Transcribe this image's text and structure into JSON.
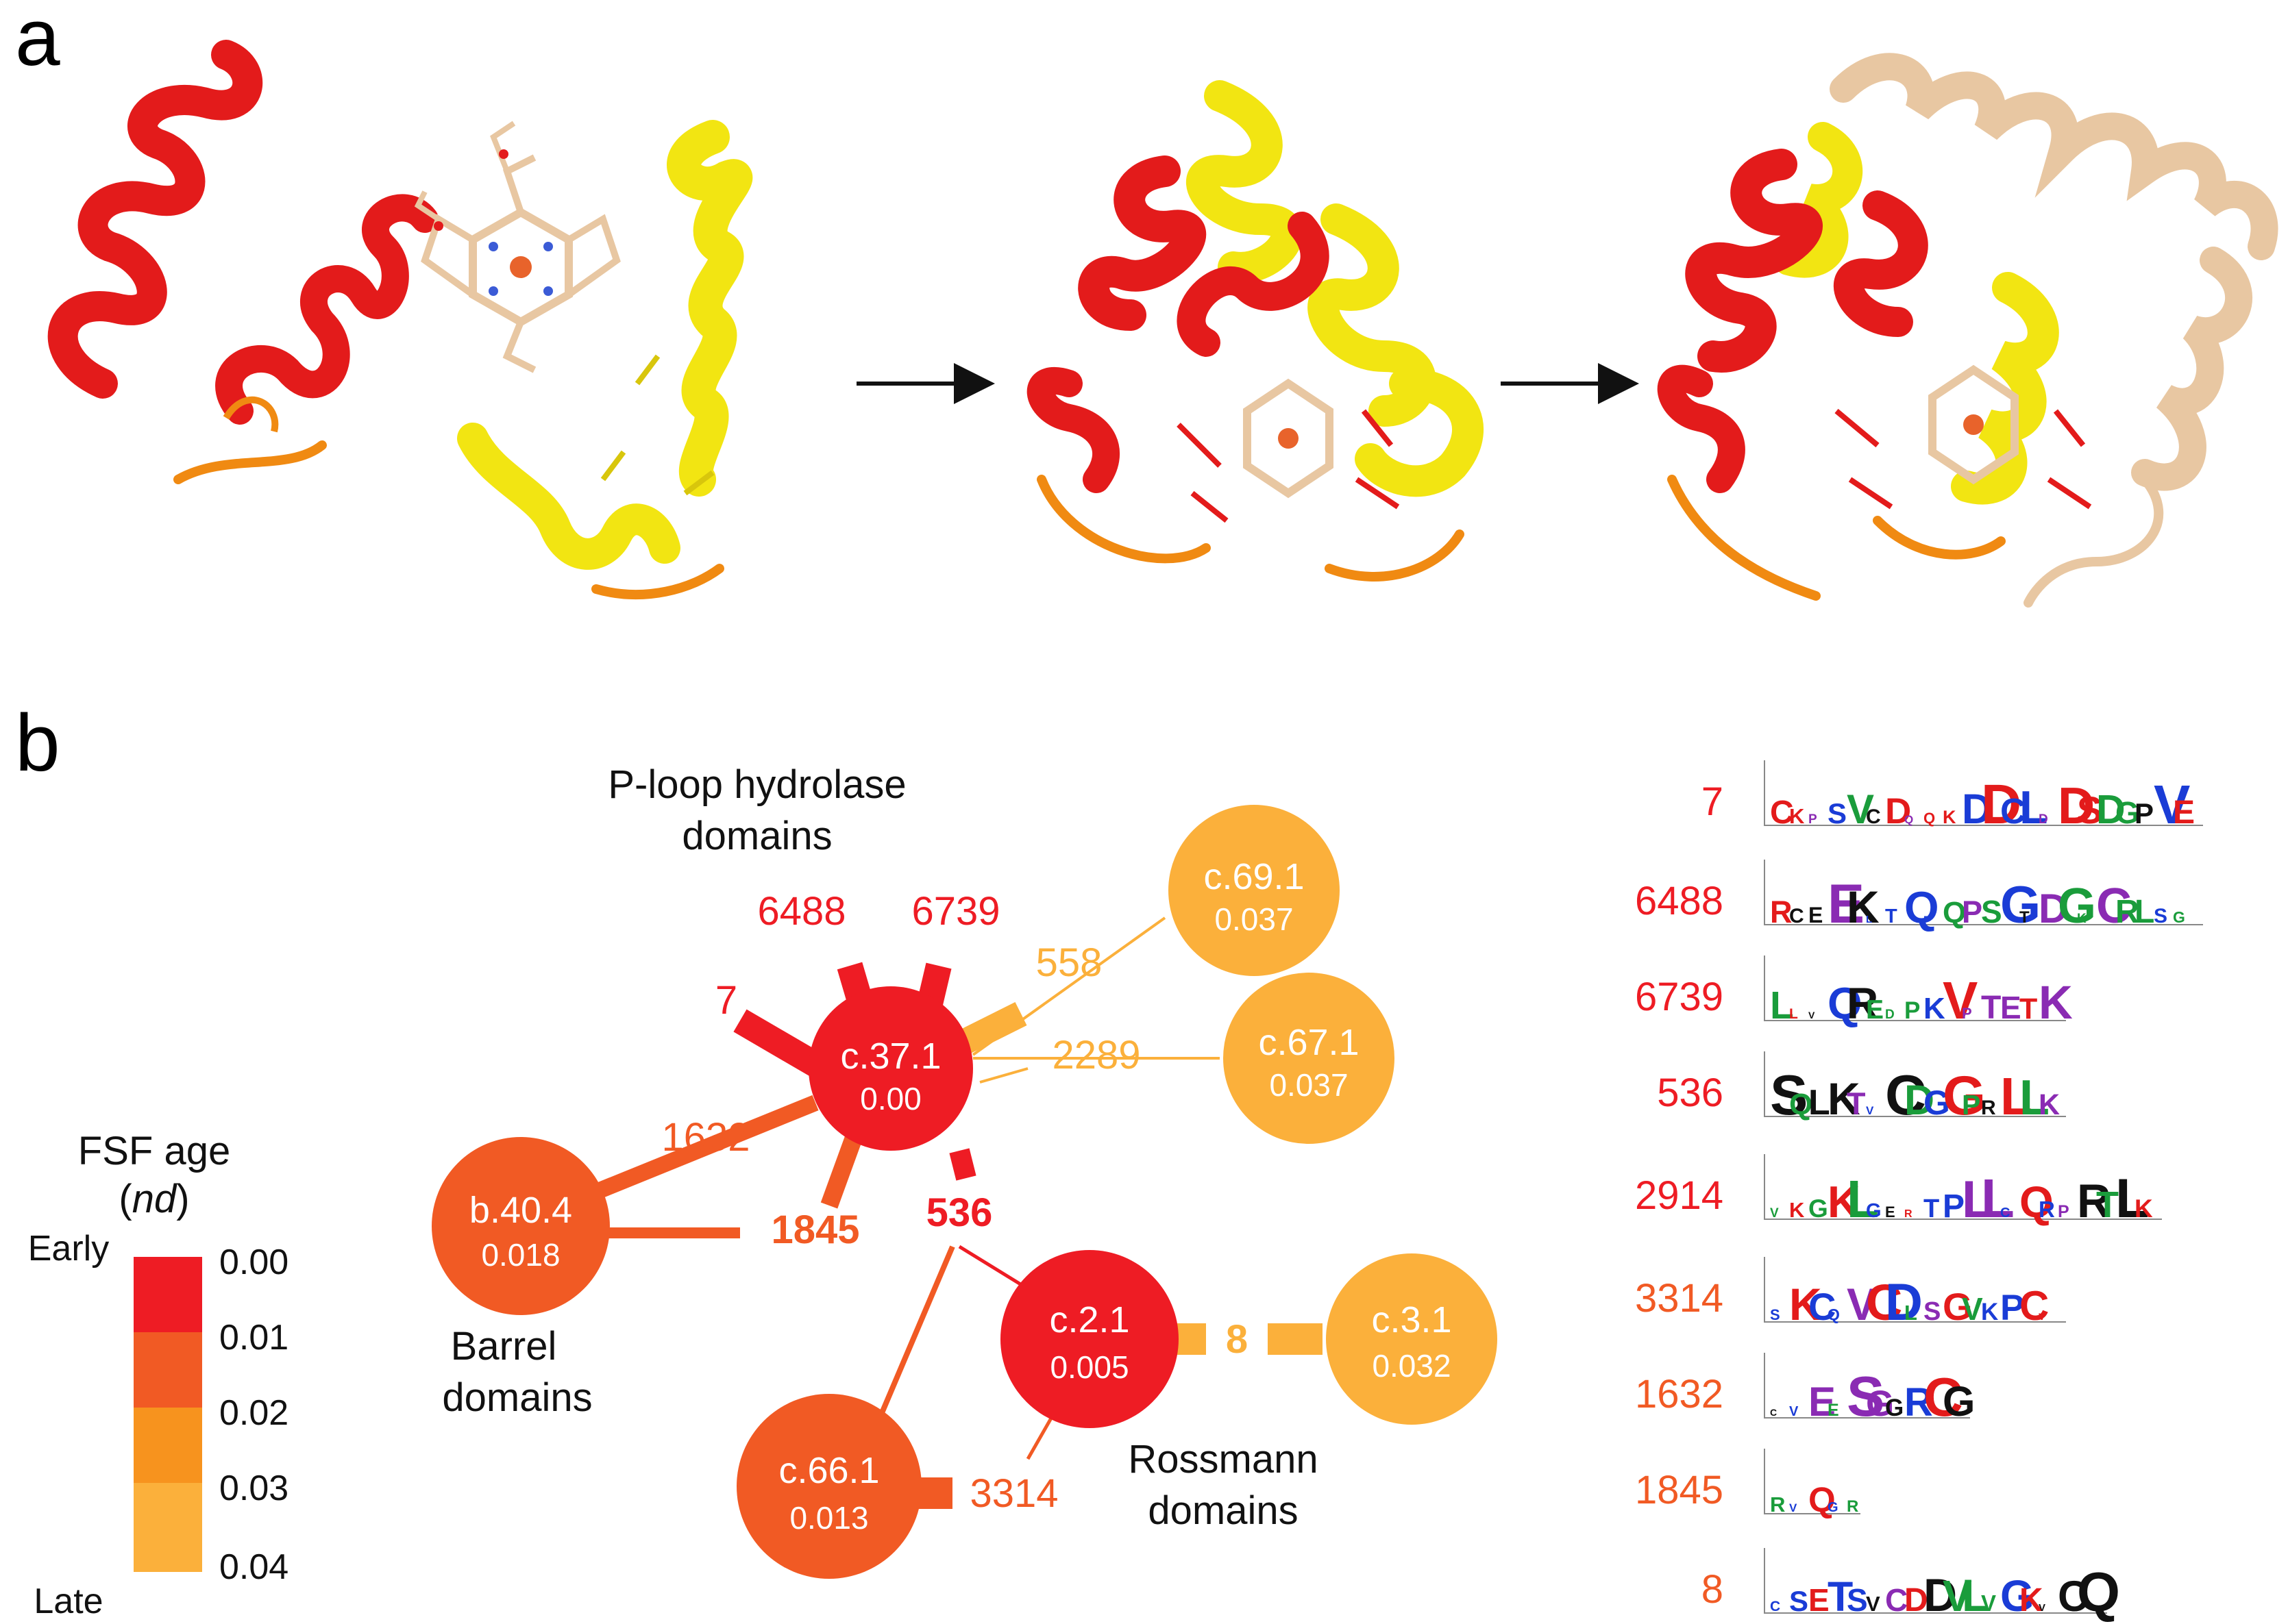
{
  "panels": {
    "a": "a",
    "b": "b"
  },
  "colors": {
    "early": "#ee1c24",
    "age_001": "#f15a24",
    "age_002": "#f7931e",
    "late": "#fbb03b",
    "helix_red": "#e31b1b",
    "helix_yellow": "#f2e512",
    "loop_orange": "#f08a12",
    "tan": "#e8c7a2"
  },
  "legend": {
    "title": "FSF age",
    "subtitle": "nd",
    "early_label": "Early",
    "late_label": "Late",
    "ticks": [
      "0.00",
      "0.01",
      "0.02",
      "0.03",
      "0.04"
    ]
  },
  "clusters": {
    "ploop": [
      "P-loop hydrolase",
      "domains"
    ],
    "barrel": [
      "Barrel",
      "domains"
    ],
    "rossmann": [
      "Rossmann",
      "domains"
    ]
  },
  "nodes": [
    {
      "id": "c.37.1",
      "age": "0.00",
      "color": "#ee1c24"
    },
    {
      "id": "b.40.4",
      "age": "0.018",
      "color": "#f15a24"
    },
    {
      "id": "c.69.1",
      "age": "0.037",
      "color": "#fbb03b"
    },
    {
      "id": "c.67.1",
      "age": "0.037",
      "color": "#fbb03b"
    },
    {
      "id": "c.2.1",
      "age": "0.005",
      "color": "#ee1c24"
    },
    {
      "id": "c.3.1",
      "age": "0.032",
      "color": "#fbb03b"
    },
    {
      "id": "c.66.1",
      "age": "0.013",
      "color": "#f15a24"
    }
  ],
  "links": [
    {
      "label": "6488",
      "color": "#ee1c24",
      "bold": false
    },
    {
      "label": "6739",
      "color": "#ee1c24",
      "bold": false
    },
    {
      "label": "7",
      "color": "#ee1c24",
      "bold": false
    },
    {
      "label": "558",
      "color": "#fbb03b",
      "bold": false
    },
    {
      "label": "2289",
      "color": "#fbb03b",
      "bold": false
    },
    {
      "label": "1632",
      "color": "#f15a24",
      "bold": false
    },
    {
      "label": "1845",
      "color": "#f15a24",
      "bold": true
    },
    {
      "label": "536",
      "color": "#ee1c24",
      "bold": true
    },
    {
      "label": "8",
      "color": "#fbb03b",
      "bold": true
    },
    {
      "label": "3314",
      "color": "#f15a24",
      "bold": false
    }
  ],
  "logos": [
    {
      "label": "7",
      "color": "#ee1c24"
    },
    {
      "label": "6488",
      "color": "#ee1c24"
    },
    {
      "label": "6739",
      "color": "#ee1c24"
    },
    {
      "label": "536",
      "color": "#ee1c24"
    },
    {
      "label": "2914",
      "color": "#ee1c24"
    },
    {
      "label": "3314",
      "color": "#f15a24"
    },
    {
      "label": "1632",
      "color": "#f15a24"
    },
    {
      "label": "1845",
      "color": "#f15a24"
    },
    {
      "label": "8",
      "color": "#f15a24"
    }
  ]
}
